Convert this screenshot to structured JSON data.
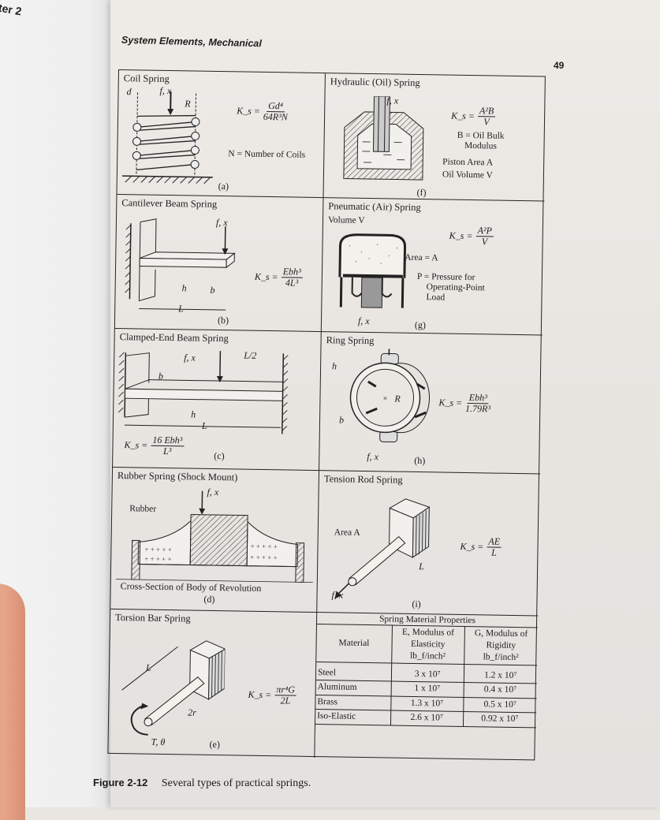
{
  "left_page": {
    "running_tag": "ter 2"
  },
  "header": {
    "running_head": "System Elements, Mechanical",
    "page_number": "49"
  },
  "panels": {
    "a": {
      "title": "Coil Spring",
      "label": "(a)",
      "eq_lhs": "K_s =",
      "eq_num": "Gd⁴",
      "eq_den": "64R³N",
      "note": "N = Number of Coils",
      "dims": [
        "d",
        "f, x",
        "R"
      ]
    },
    "b": {
      "title": "Cantilever Beam Spring",
      "label": "(b)",
      "eq_lhs": "K_s =",
      "eq_num": "Ebh³",
      "eq_den": "4L³",
      "dims": [
        "f, x",
        "h",
        "b",
        "L"
      ]
    },
    "c": {
      "title": "Clamped-End Beam Spring",
      "label": "(c)",
      "eq_lhs": "K_s =",
      "eq_num": "16 Ebh³",
      "eq_den": "L³",
      "dims": [
        "f, x",
        "L/2",
        "b",
        "h",
        "L"
      ]
    },
    "d": {
      "title": "Rubber Spring (Shock Mount)",
      "label": "(d)",
      "note": "Cross-Section of Body of Revolution",
      "rubber_label": "Rubber",
      "dims": [
        "f, x"
      ]
    },
    "e": {
      "title": "Torsion Bar Spring",
      "label": "(e)",
      "eq_lhs": "K_s =",
      "eq_num": "πr⁴G",
      "eq_den": "2L",
      "dims": [
        "L",
        "2r",
        "T, θ"
      ]
    },
    "f": {
      "title": "Hydraulic (Oil) Spring",
      "label": "(f)",
      "eq_lhs": "K_s =",
      "eq_num": "A²B",
      "eq_den": "V",
      "note_lines": [
        "B = Oil Bulk",
        "Modulus"
      ],
      "callouts": [
        "Piston Area A",
        "Oil Volume V"
      ],
      "dims": [
        "f, x"
      ]
    },
    "g": {
      "title": "Pneumatic (Air) Spring",
      "label": "(g)",
      "eq_lhs": "K_s =",
      "eq_num": "A²P",
      "eq_den": "V",
      "volume_label": "Volume V",
      "area_label": "Area = A",
      "note_lines": [
        "P = Pressure for",
        "Operating-Point",
        "Load"
      ],
      "dims": [
        "f, x"
      ]
    },
    "h": {
      "title": "Ring Spring",
      "label": "(h)",
      "eq_lhs": "K_s =",
      "eq_num": "Ebh³",
      "eq_den": "1.79R³",
      "dims": [
        "h",
        "R",
        "b",
        "f, x"
      ]
    },
    "i": {
      "title": "Tension Rod Spring",
      "label": "(i)",
      "eq_lhs": "K_s =",
      "eq_num": "AE",
      "eq_den": "L",
      "area_label": "Area A",
      "dims": [
        "L",
        "f, x"
      ]
    }
  },
  "properties_table": {
    "title": "Spring Material Properties",
    "columns": [
      "Material",
      "E, Modulus of Elasticity",
      "G, Modulus of Rigidity"
    ],
    "col_e_lines": [
      "E, Modulus of",
      "Elasticity",
      "lb_f/inch²"
    ],
    "col_g_lines": [
      "G, Modulus of",
      "Rigidity",
      "lb_f/inch²"
    ],
    "rows": [
      {
        "material": "Steel",
        "E": "3 x 10⁷",
        "G": "1.2 x 10⁷"
      },
      {
        "material": "Aluminum",
        "E": "1 x 10⁷",
        "G": "0.4 x 10⁷"
      },
      {
        "material": "Brass",
        "E": "1.3 x 10⁷",
        "G": "0.5 x 10⁷"
      },
      {
        "material": "Iso-Elastic",
        "E": "2.6 x 10⁷",
        "G": "0.92 x 10⁷"
      }
    ]
  },
  "caption": {
    "label": "Figure 2-12",
    "text": "Several types of practical springs."
  }
}
